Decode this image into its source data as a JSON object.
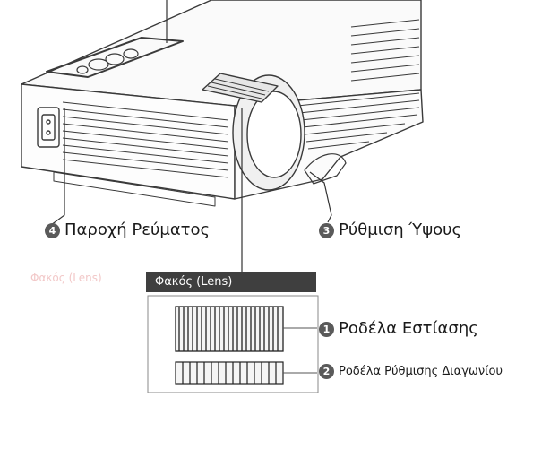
{
  "labels": {
    "power": {
      "number": "4",
      "text": "Παροχή Ρεύματος"
    },
    "height": {
      "number": "3",
      "text": "Ρύθμιση Ύψους"
    },
    "focus": {
      "number": "1",
      "text": "Ροδέλα Εστίασης"
    },
    "keystone": {
      "number": "2",
      "text": "Ροδέλα Ρύθμισης Διαγωνίου"
    }
  },
  "lens_panel_title": "Φακός (Lens)",
  "faint_text": "Φακός (Lens)",
  "colors": {
    "badge": "#5a5a5a",
    "header": "#3f3f3f",
    "line": "#333333"
  }
}
